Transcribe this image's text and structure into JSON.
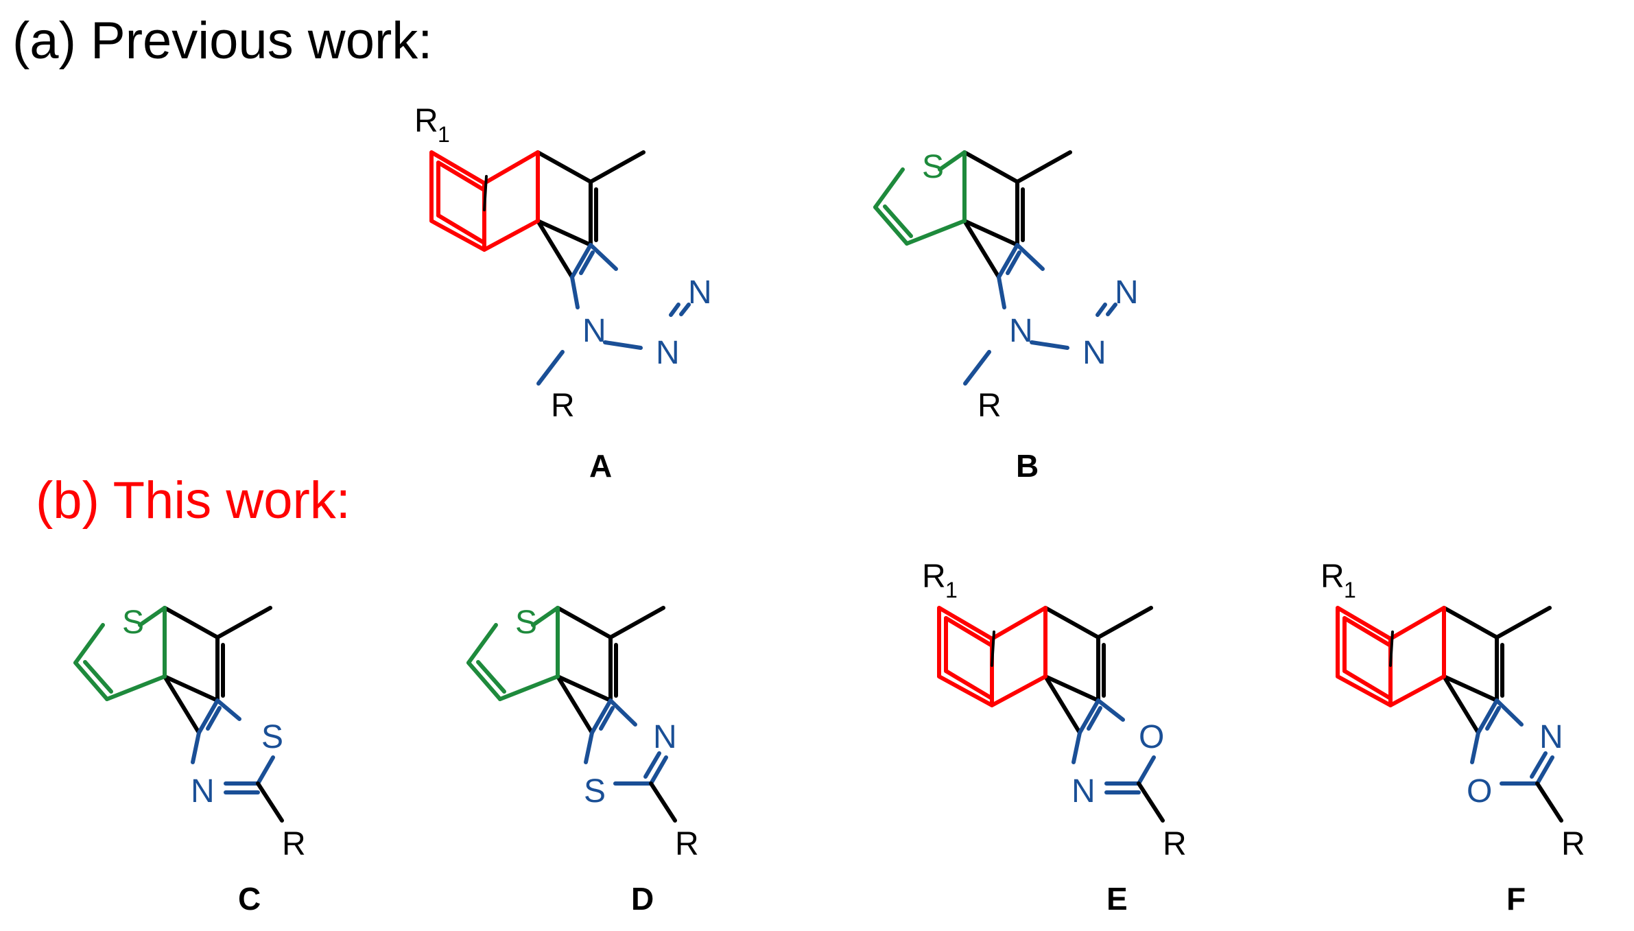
{
  "sections": {
    "previous": {
      "label": "(a) Previous work:",
      "color": "#000000"
    },
    "current": {
      "label": "(b) This work:",
      "color": "#ff0000"
    }
  },
  "colors": {
    "benzo_ring": "#ff0000",
    "thiophene_ring": "#1e8a3c",
    "heteroaromatic_ring": "#1a4f96",
    "core": "#000000"
  },
  "compounds": [
    {
      "id": "A",
      "label": "A",
      "fused_ring": "benzene",
      "azole": "1,2,3-triazole",
      "atoms": {
        "n1": "N",
        "n2": "N",
        "n3": "N",
        "r": "R",
        "r1_main": "R",
        "r1_sub": "1"
      }
    },
    {
      "id": "B",
      "label": "B",
      "fused_ring": "thiophene",
      "azole": "1,2,3-triazole",
      "atoms": {
        "s": "S",
        "n1": "N",
        "n2": "N",
        "n3": "N",
        "r": "R"
      }
    },
    {
      "id": "C",
      "label": "C",
      "fused_ring": "thiophene",
      "azole": "thiazole",
      "atoms": {
        "s_thio": "S",
        "s": "S",
        "n": "N",
        "r": "R"
      }
    },
    {
      "id": "D",
      "label": "D",
      "fused_ring": "thiophene",
      "azole": "thiazole",
      "atoms": {
        "s_thio": "S",
        "n": "N",
        "s": "S",
        "r": "R"
      }
    },
    {
      "id": "E",
      "label": "E",
      "fused_ring": "benzene",
      "azole": "oxazole",
      "atoms": {
        "o": "O",
        "n": "N",
        "r": "R",
        "r1_main": "R",
        "r1_sub": "1"
      }
    },
    {
      "id": "F",
      "label": "F",
      "fused_ring": "benzene",
      "azole": "oxazole",
      "atoms": {
        "n": "N",
        "o": "O",
        "r": "R",
        "r1_main": "R",
        "r1_sub": "1"
      }
    }
  ]
}
